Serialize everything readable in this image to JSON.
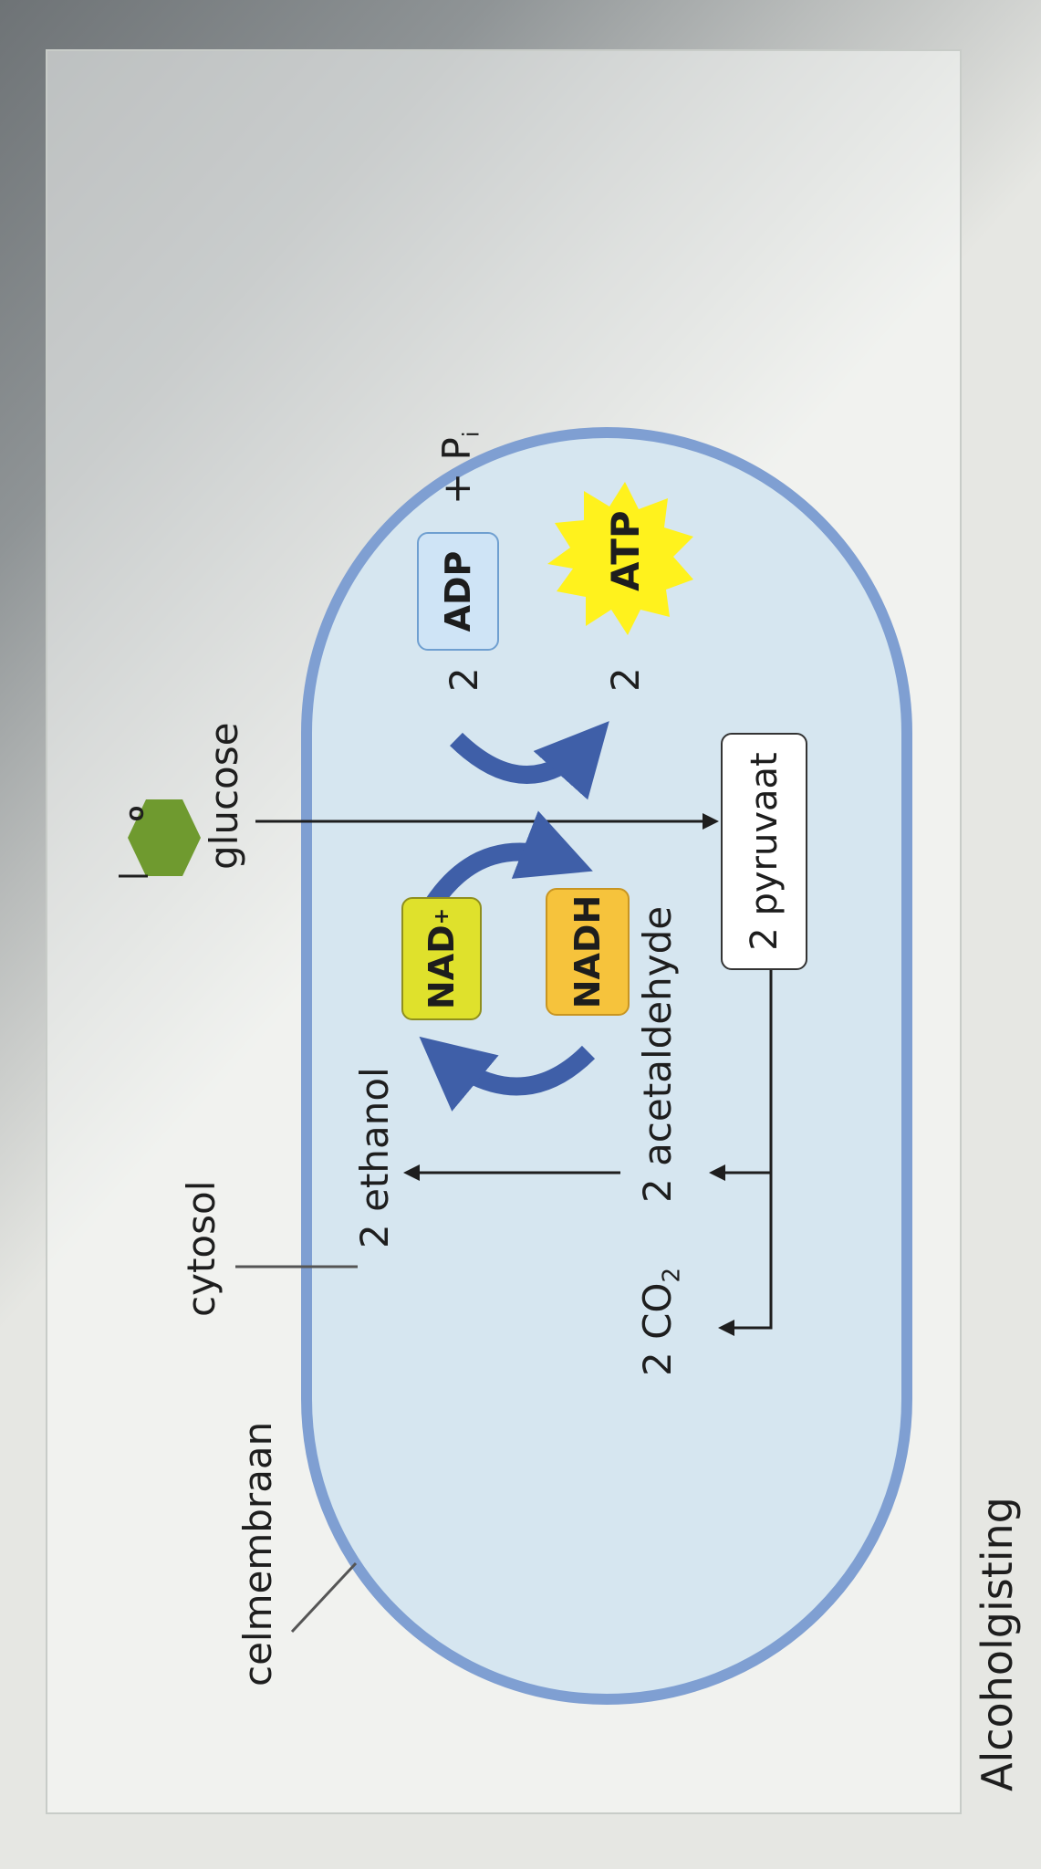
{
  "title": "Alcoholgisting",
  "labels": {
    "membrane": "celmembraan",
    "cytosol": "cytosol",
    "glucose": "glucose",
    "ethanol": "2 ethanol",
    "co2_count": "2 CO",
    "co2_subscript": "2",
    "acetaldehyde": "2 acetaldehyde",
    "pyruvate": "2 pyruvaat",
    "nad": "NAD",
    "nad_superscript": "+",
    "nadh": "NADH",
    "adp_count": "2",
    "adp": "ADP",
    "pi": "+ P",
    "pi_subscript": "i",
    "atp_count": "2",
    "atp": "ATP",
    "glucose_ring_atom": "O"
  },
  "colors": {
    "cell_fill": "#d6e6f0",
    "cell_membrane": "#7f9fd2",
    "nad_box": "#dfe12c",
    "nadh_box": "#f6c33c",
    "adp_box": "#cfe4f6",
    "atp_star": "#fff21d",
    "glucose": "#6f9a2f",
    "cycle_arrow": "#3f5fa8"
  },
  "icons": [
    "glucose-hexagon-icon",
    "atp-star-icon",
    "cycle-arrow-icon"
  ]
}
